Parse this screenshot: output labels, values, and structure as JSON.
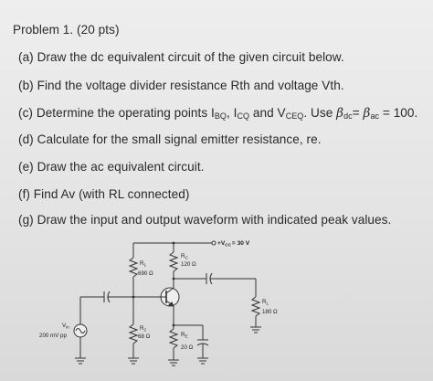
{
  "problem": {
    "title": "Problem 1. (20 pts)",
    "a": "(a) Draw the dc equivalent circuit of the given circuit below.",
    "b": "(b) Find the voltage divider resistance Rth and voltage Vth.",
    "c": {
      "prefix": "(c) Determine the operating points I",
      "sub1": "BQ",
      "mid1": ", I",
      "sub2": "CQ",
      "mid2": " and V",
      "sub3": "CEQ",
      "mid3": ". Use ",
      "beta1": "β",
      "sub4": "dc",
      "eq": "= ",
      "beta2": "β",
      "sub5": "ac",
      "tail": " = 100."
    },
    "d": "(d) Calculate for the small signal emitter resistance, re.",
    "e": "(e) Draw the ac equivalent circuit.",
    "f": "(f) Find Av (with RL connected)",
    "g": "(g) Draw the input and output waveform with indicated peak values."
  },
  "circuit": {
    "vcc": "+V",
    "vcc_sub": "CC",
    "vcc_val": "= 30 V",
    "rc_name": "R",
    "rc_sub": "C",
    "rc_val": "120 Ω",
    "r1_name": "R",
    "r1_sub": "1",
    "r1_val": "690 Ω",
    "r2_name": "R",
    "r2_sub": "2",
    "r2_val": "68 Ω",
    "re_name": "R",
    "re_sub": "E",
    "re_val": "20 Ω",
    "rl_name": "R",
    "rl_sub": "L",
    "rl_val": "180 Ω",
    "vin_name": "V",
    "vin_sub": "in",
    "vin_val": "200 mV pp"
  }
}
